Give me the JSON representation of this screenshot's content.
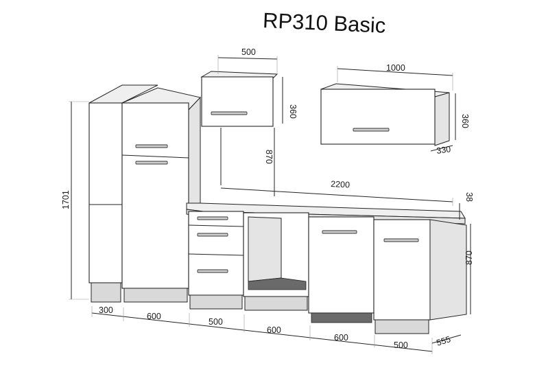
{
  "title": "RP310 Basic",
  "dimensions": {
    "wall_cabinet_small_width": "500",
    "wall_cabinet_small_height": "360",
    "wall_cabinet_large_width": "1000",
    "wall_cabinet_large_height": "360",
    "wall_cabinet_depth": "330",
    "wall_gap_height": "870",
    "total_width": "2200",
    "worktop_thickness": "38",
    "tall_height": "1701",
    "base_height": "870",
    "base_depth": "555",
    "seg_1": "300",
    "seg_2": "600",
    "seg_3": "500",
    "seg_4": "600",
    "seg_5": "600",
    "seg_6": "500"
  }
}
